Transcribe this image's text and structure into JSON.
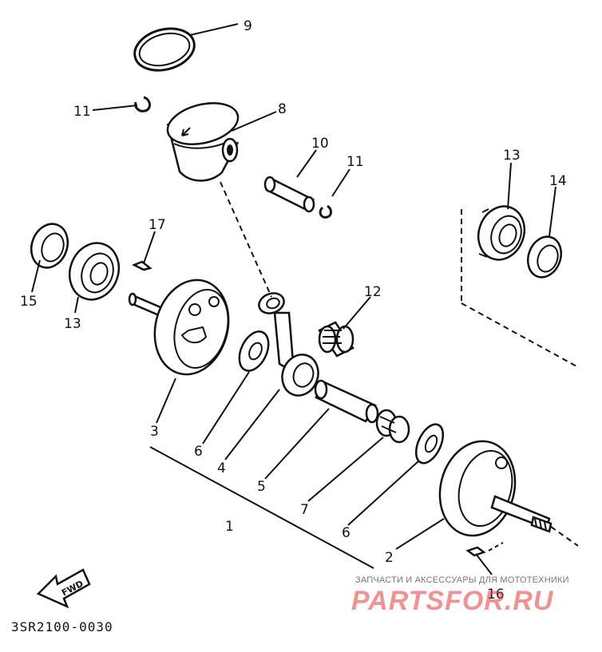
{
  "callouts": [
    {
      "id": "c9",
      "text": "9"
    },
    {
      "id": "c8",
      "text": "8"
    },
    {
      "id": "c11a",
      "text": "11"
    },
    {
      "id": "c10",
      "text": "10"
    },
    {
      "id": "c11b",
      "text": "11"
    },
    {
      "id": "c13a",
      "text": "13"
    },
    {
      "id": "c14",
      "text": "14"
    },
    {
      "id": "c17",
      "text": "17"
    },
    {
      "id": "c15",
      "text": "15"
    },
    {
      "id": "c13b",
      "text": "13"
    },
    {
      "id": "c12",
      "text": "12"
    },
    {
      "id": "c3",
      "text": "3"
    },
    {
      "id": "c6a",
      "text": "6"
    },
    {
      "id": "c4",
      "text": "4"
    },
    {
      "id": "c5",
      "text": "5"
    },
    {
      "id": "c1",
      "text": "1"
    },
    {
      "id": "c7",
      "text": "7"
    },
    {
      "id": "c6b",
      "text": "6"
    },
    {
      "id": "c2",
      "text": "2"
    },
    {
      "id": "c16",
      "text": "16"
    }
  ],
  "fwd_label": "FWD",
  "diagram_code": "3SR2100-0030",
  "watermark": {
    "line": "ЗАПЧАСТИ И АКСЕССУАРЫ ДЛЯ МОТОТЕХНИКИ",
    "logo": "PARTSFOR.RU"
  }
}
